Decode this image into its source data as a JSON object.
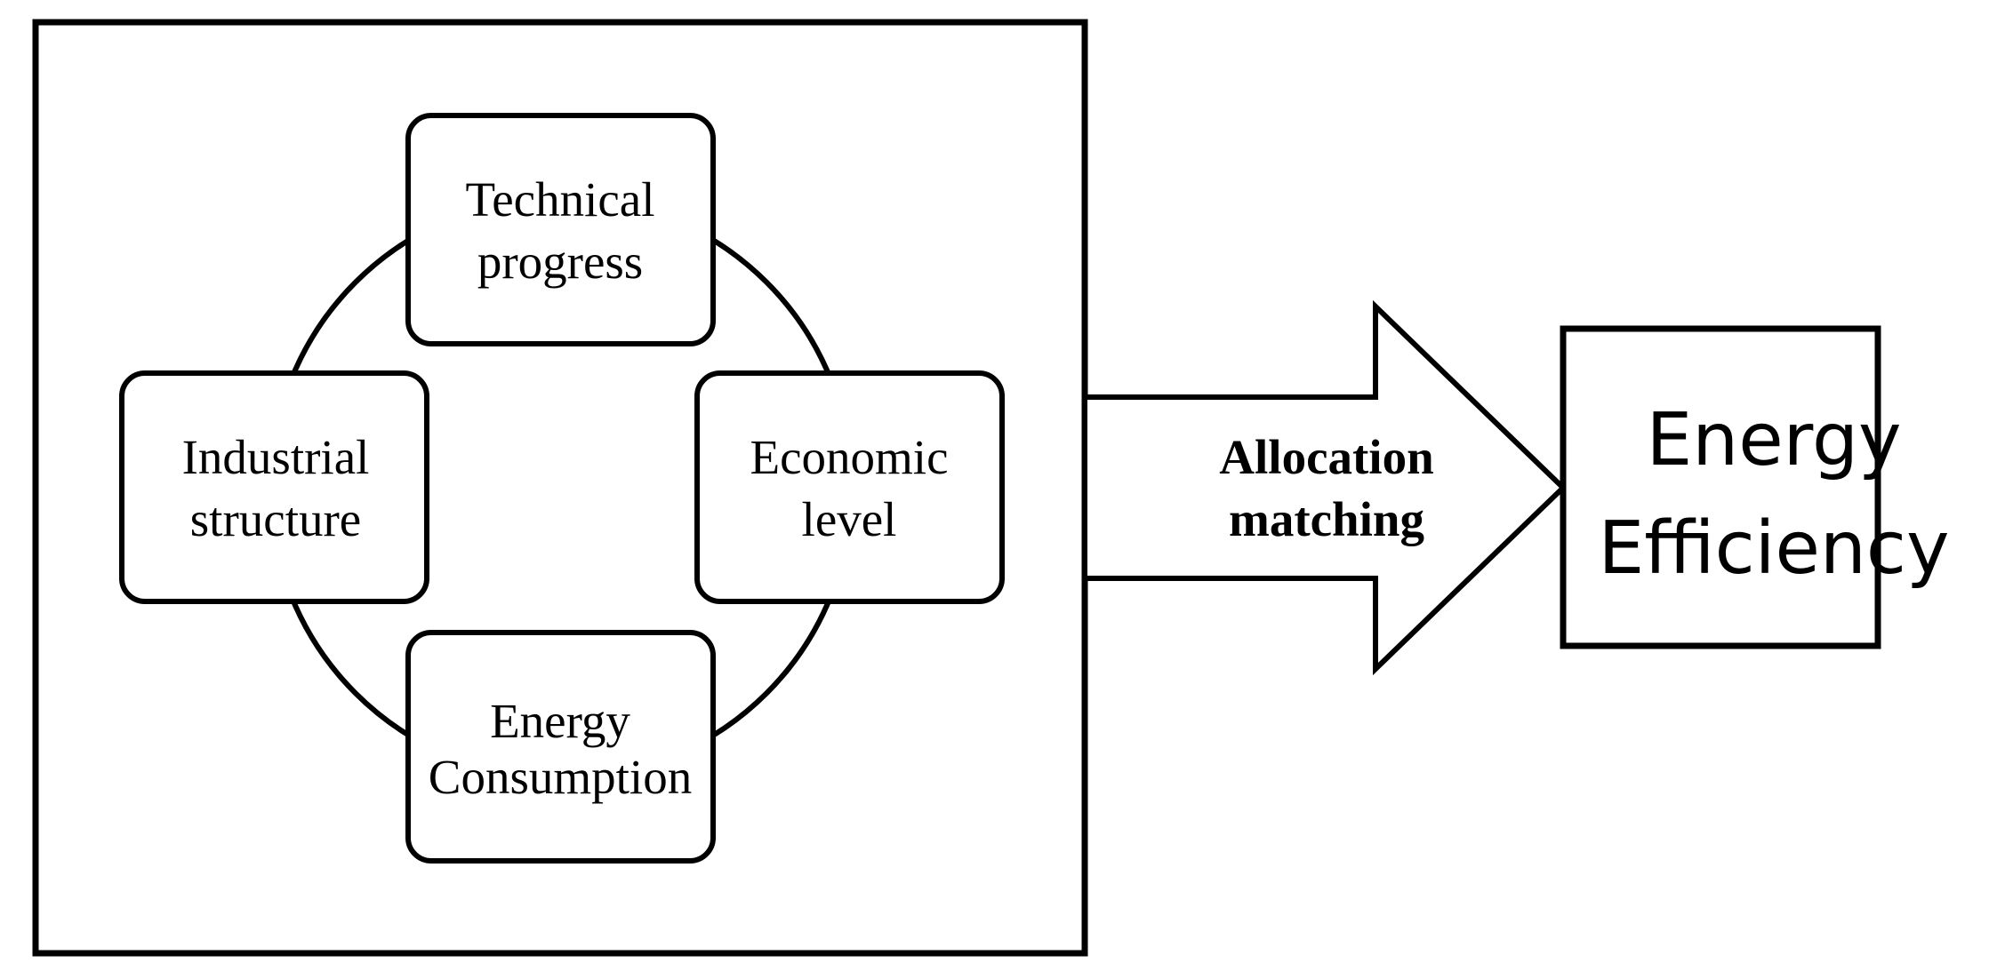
{
  "factors": {
    "technical_progress": {
      "line1": "Technical",
      "line2": "progress"
    },
    "industrial_structure": {
      "line1": "Industrial",
      "line2": "structure"
    },
    "economic_level": {
      "line1": "Economic",
      "line2": "level"
    },
    "energy_consumption": {
      "line1": "Energy",
      "line2": "Consumption"
    }
  },
  "arrow": {
    "line1": "Allocation",
    "line2": "matching"
  },
  "outcome": {
    "line1": "Energy",
    "line2": "Efficiency"
  },
  "colors": {
    "stroke": "#000000",
    "background": "#ffffff"
  }
}
